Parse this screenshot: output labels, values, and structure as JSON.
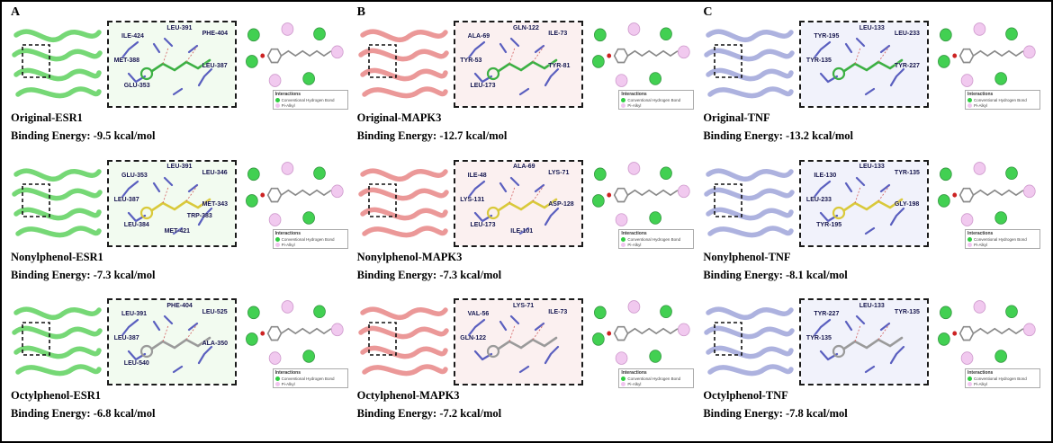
{
  "figure": {
    "legend": {
      "title": "Interactions",
      "items": [
        {
          "label": "Conventional Hydrogen Bond",
          "color": "#2ecc40"
        },
        {
          "label": "Pi-Alkyl",
          "color": "#f0c4ee"
        }
      ]
    },
    "panels": [
      {
        "letter": "A",
        "ribbon_color": "#6fd66f",
        "zoom_tint": "#f2fbf0",
        "cells": [
          {
            "name": "Original-ESR1",
            "energy": "Binding Energy: -9.5 kcal/mol",
            "ligand_color": "#3cb043",
            "residues": [
              "LEU-391",
              "ILE-424",
              "PHE-404",
              "MET-388",
              "LEU-387",
              "GLU-353"
            ]
          },
          {
            "name": "Nonylphenol-ESR1",
            "energy": "Binding Energy: -7.3 kcal/mol",
            "ligand_color": "#d9c93a",
            "residues": [
              "LEU-391",
              "GLU-353",
              "LEU-346",
              "LEU-387",
              "MET-343",
              "LEU-384",
              "MET-421",
              "TRP-383"
            ]
          },
          {
            "name": "Octylphenol-ESR1",
            "energy": "Binding Energy: -6.8 kcal/mol",
            "ligand_color": "#9a9a9a",
            "residues": [
              "PHE-404",
              "LEU-391",
              "LEU-525",
              "LEU-387",
              "ALA-350",
              "LEU-540"
            ]
          }
        ]
      },
      {
        "letter": "B",
        "ribbon_color": "#ea9393",
        "zoom_tint": "#fbf0f0",
        "cells": [
          {
            "name": "Original-MAPK3",
            "energy": "Binding Energy: -12.7 kcal/mol",
            "ligand_color": "#3cb043",
            "residues": [
              "GLN-122",
              "ALA-69",
              "ILE-73",
              "TYR-53",
              "TYR-81",
              "LEU-173"
            ]
          },
          {
            "name": "Nonylphenol-MAPK3",
            "energy": "Binding Energy: -7.3 kcal/mol",
            "ligand_color": "#d9c93a",
            "residues": [
              "ALA-69",
              "ILE-48",
              "LYS-71",
              "LYS-131",
              "ASP-128",
              "LEU-173",
              "ILE-101"
            ]
          },
          {
            "name": "Octylphenol-MAPK3",
            "energy": "Binding Energy: -7.2 kcal/mol",
            "ligand_color": "#9a9a9a",
            "residues": [
              "LYS-71",
              "VAL-56",
              "ILE-73",
              "GLN-122"
            ]
          }
        ]
      },
      {
        "letter": "C",
        "ribbon_color": "#a9aede",
        "zoom_tint": "#f1f2fb",
        "cells": [
          {
            "name": "Original-TNF",
            "energy": "Binding Energy: -13.2 kcal/mol",
            "ligand_color": "#3cb043",
            "residues": [
              "LEU-133",
              "TYR-195",
              "LEU-233",
              "TYR-135",
              "TYR-227"
            ]
          },
          {
            "name": "Nonylphenol-TNF",
            "energy": "Binding Energy: -8.1 kcal/mol",
            "ligand_color": "#d9c93a",
            "residues": [
              "LEU-133",
              "ILE-130",
              "TYR-135",
              "LEU-233",
              "GLY-198",
              "TYR-195"
            ]
          },
          {
            "name": "Octylphenol-TNF",
            "energy": "Binding Energy: -7.8 kcal/mol",
            "ligand_color": "#9a9a9a",
            "residues": [
              "LEU-133",
              "TYR-227",
              "TYR-135",
              "TYR-135"
            ]
          }
        ]
      }
    ]
  }
}
